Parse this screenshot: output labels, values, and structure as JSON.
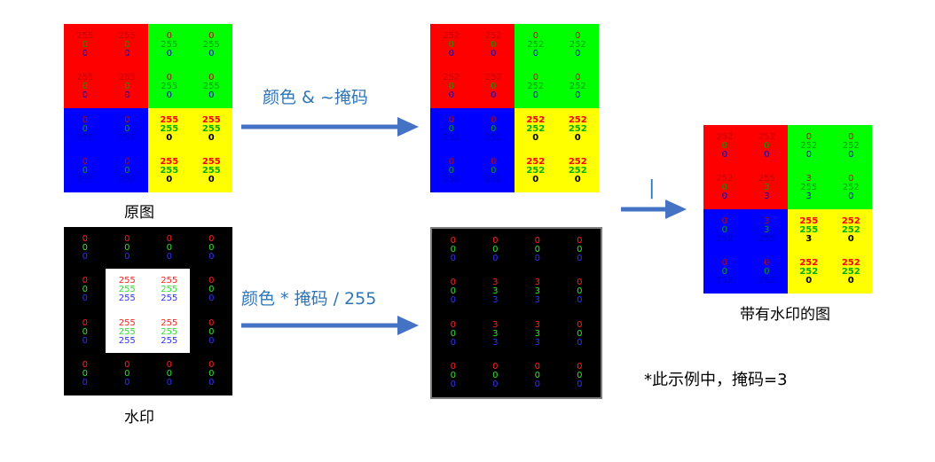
{
  "colors": {
    "red": "#ff0000",
    "green": "#00ff00",
    "blue": "#0000ff",
    "yellow": "#ffff00",
    "black": "#000000",
    "white": "#ffffff",
    "arrow": "#4472c4",
    "text_accent": "#2e75b6"
  },
  "labels": {
    "original": "原图",
    "watermark": "水印",
    "result": "带有水印的图",
    "op_mask_not": "颜色 & ~掩码",
    "op_mask_mul": "颜色 * 掩码 / 255",
    "op_or": "|",
    "note": "*此示例中，掩码=3"
  },
  "grids": {
    "original": {
      "bg": [
        [
          "red",
          "red",
          "green",
          "green"
        ],
        [
          "red",
          "red",
          "green",
          "green"
        ],
        [
          "blue",
          "blue",
          "yellow",
          "yellow"
        ],
        [
          "blue",
          "blue",
          "yellow",
          "yellow"
        ]
      ],
      "values": [
        [
          [
            "255",
            "0",
            "0"
          ],
          [
            "255",
            "0",
            "0"
          ],
          [
            "0",
            "255",
            "0"
          ],
          [
            "0",
            "255",
            "0"
          ]
        ],
        [
          [
            "255",
            "0",
            "0"
          ],
          [
            "255",
            "0",
            "0"
          ],
          [
            "0",
            "255",
            "0"
          ],
          [
            "0",
            "255",
            "0"
          ]
        ],
        [
          [
            "0",
            "0",
            "255"
          ],
          [
            "0",
            "0",
            "255"
          ],
          [
            "255",
            "255",
            "0"
          ],
          [
            "255",
            "255",
            "0"
          ]
        ],
        [
          [
            "0",
            "0",
            "255"
          ],
          [
            "0",
            "0",
            "255"
          ],
          [
            "255",
            "255",
            "0"
          ],
          [
            "255",
            "255",
            "0"
          ]
        ]
      ]
    },
    "masked": {
      "bg": [
        [
          "red",
          "red",
          "green",
          "green"
        ],
        [
          "red",
          "red",
          "green",
          "green"
        ],
        [
          "blue",
          "blue",
          "yellow",
          "yellow"
        ],
        [
          "blue",
          "blue",
          "yellow",
          "yellow"
        ]
      ],
      "values": [
        [
          [
            "252",
            "0",
            "0"
          ],
          [
            "252",
            "0",
            "0"
          ],
          [
            "0",
            "252",
            "0"
          ],
          [
            "0",
            "252",
            "0"
          ]
        ],
        [
          [
            "252",
            "0",
            "0"
          ],
          [
            "252",
            "0",
            "0"
          ],
          [
            "0",
            "252",
            "0"
          ],
          [
            "0",
            "252",
            "0"
          ]
        ],
        [
          [
            "0",
            "0",
            "252"
          ],
          [
            "0",
            "0",
            "252"
          ],
          [
            "252",
            "252",
            "0"
          ],
          [
            "252",
            "252",
            "0"
          ]
        ],
        [
          [
            "0",
            "0",
            "252"
          ],
          [
            "0",
            "0",
            "252"
          ],
          [
            "252",
            "252",
            "0"
          ],
          [
            "252",
            "252",
            "0"
          ]
        ]
      ]
    },
    "watermark": {
      "values": [
        [
          [
            "0",
            "0",
            "0"
          ],
          [
            "0",
            "0",
            "0"
          ],
          [
            "0",
            "0",
            "0"
          ],
          [
            "0",
            "0",
            "0"
          ]
        ],
        [
          [
            "0",
            "0",
            "0"
          ],
          [
            "255",
            "255",
            "255"
          ],
          [
            "255",
            "255",
            "255"
          ],
          [
            "0",
            "0",
            "0"
          ]
        ],
        [
          [
            "0",
            "0",
            "0"
          ],
          [
            "255",
            "255",
            "255"
          ],
          [
            "255",
            "255",
            "255"
          ],
          [
            "0",
            "0",
            "0"
          ]
        ],
        [
          [
            "0",
            "0",
            "0"
          ],
          [
            "0",
            "0",
            "0"
          ],
          [
            "0",
            "0",
            "0"
          ],
          [
            "0",
            "0",
            "0"
          ]
        ]
      ]
    },
    "scaled": {
      "values": [
        [
          [
            "0",
            "0",
            "0"
          ],
          [
            "0",
            "0",
            "0"
          ],
          [
            "0",
            "0",
            "0"
          ],
          [
            "0",
            "0",
            "0"
          ]
        ],
        [
          [
            "0",
            "0",
            "0"
          ],
          [
            "3",
            "3",
            "3"
          ],
          [
            "3",
            "3",
            "3"
          ],
          [
            "0",
            "0",
            "0"
          ]
        ],
        [
          [
            "0",
            "0",
            "0"
          ],
          [
            "3",
            "3",
            "3"
          ],
          [
            "3",
            "3",
            "3"
          ],
          [
            "0",
            "0",
            "0"
          ]
        ],
        [
          [
            "0",
            "0",
            "0"
          ],
          [
            "0",
            "0",
            "0"
          ],
          [
            "0",
            "0",
            "0"
          ],
          [
            "0",
            "0",
            "0"
          ]
        ]
      ]
    },
    "result": {
      "bg": [
        [
          "red",
          "red",
          "green",
          "green"
        ],
        [
          "red",
          "red",
          "green",
          "green"
        ],
        [
          "blue",
          "blue",
          "yellow",
          "yellow"
        ],
        [
          "blue",
          "blue",
          "yellow",
          "yellow"
        ]
      ],
      "values": [
        [
          [
            "252",
            "0",
            "0"
          ],
          [
            "252",
            "0",
            "0"
          ],
          [
            "0",
            "252",
            "0"
          ],
          [
            "0",
            "252",
            "0"
          ]
        ],
        [
          [
            "252",
            "0",
            "0"
          ],
          [
            "255",
            "3",
            "3"
          ],
          [
            "3",
            "255",
            "3"
          ],
          [
            "0",
            "252",
            "0"
          ]
        ],
        [
          [
            "0",
            "0",
            "252"
          ],
          [
            "3",
            "3",
            "255"
          ],
          [
            "255",
            "255",
            "3"
          ],
          [
            "252",
            "252",
            "0"
          ]
        ],
        [
          [
            "0",
            "0",
            "252"
          ],
          [
            "0",
            "0",
            "252"
          ],
          [
            "252",
            "252",
            "0"
          ],
          [
            "252",
            "252",
            "0"
          ]
        ]
      ]
    }
  }
}
